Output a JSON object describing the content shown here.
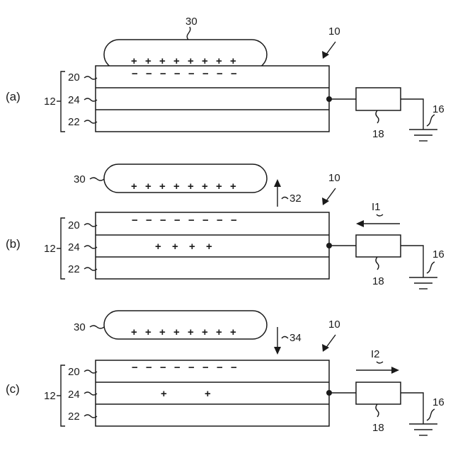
{
  "panels": [
    {
      "label": "(a)",
      "labels": {
        "object": "30",
        "device": "10",
        "stack": "12",
        "top_layer": "20",
        "middle_layer": "24",
        "bottom_layer": "22",
        "resistor": "18",
        "ground": "16"
      },
      "object_charges": [
        "+",
        "+",
        "+",
        "+",
        "+",
        "+",
        "+",
        "+"
      ],
      "top_layer_charges": [
        "−",
        "−",
        "−",
        "−",
        "−",
        "−",
        "−",
        "−"
      ],
      "middle_layer_charges": []
    },
    {
      "label": "(b)",
      "labels": {
        "object": "30",
        "device": "10",
        "stack": "12",
        "top_layer": "20",
        "middle_layer": "24",
        "bottom_layer": "22",
        "resistor": "18",
        "ground": "16",
        "motion": "32",
        "current": "I1"
      },
      "motion_direction": "up",
      "current_direction": "left",
      "object_charges": [
        "+",
        "+",
        "+",
        "+",
        "+",
        "+",
        "+",
        "+"
      ],
      "top_layer_charges": [
        "−",
        "−",
        "−",
        "−",
        "−",
        "−",
        "−",
        "−"
      ],
      "middle_layer_charges": [
        "+",
        "+",
        "+",
        "+"
      ]
    },
    {
      "label": "(c)",
      "labels": {
        "object": "30",
        "device": "10",
        "stack": "12",
        "top_layer": "20",
        "middle_layer": "24",
        "bottom_layer": "22",
        "resistor": "18",
        "ground": "16",
        "motion": "34",
        "current": "I2"
      },
      "motion_direction": "down",
      "current_direction": "right",
      "object_charges": [
        "+",
        "+",
        "+",
        "+",
        "+",
        "+",
        "+",
        "+"
      ],
      "top_layer_charges": [
        "−",
        "−",
        "−",
        "−",
        "−",
        "−",
        "−",
        "−"
      ],
      "middle_layer_charges": [
        "+",
        "+"
      ]
    }
  ]
}
